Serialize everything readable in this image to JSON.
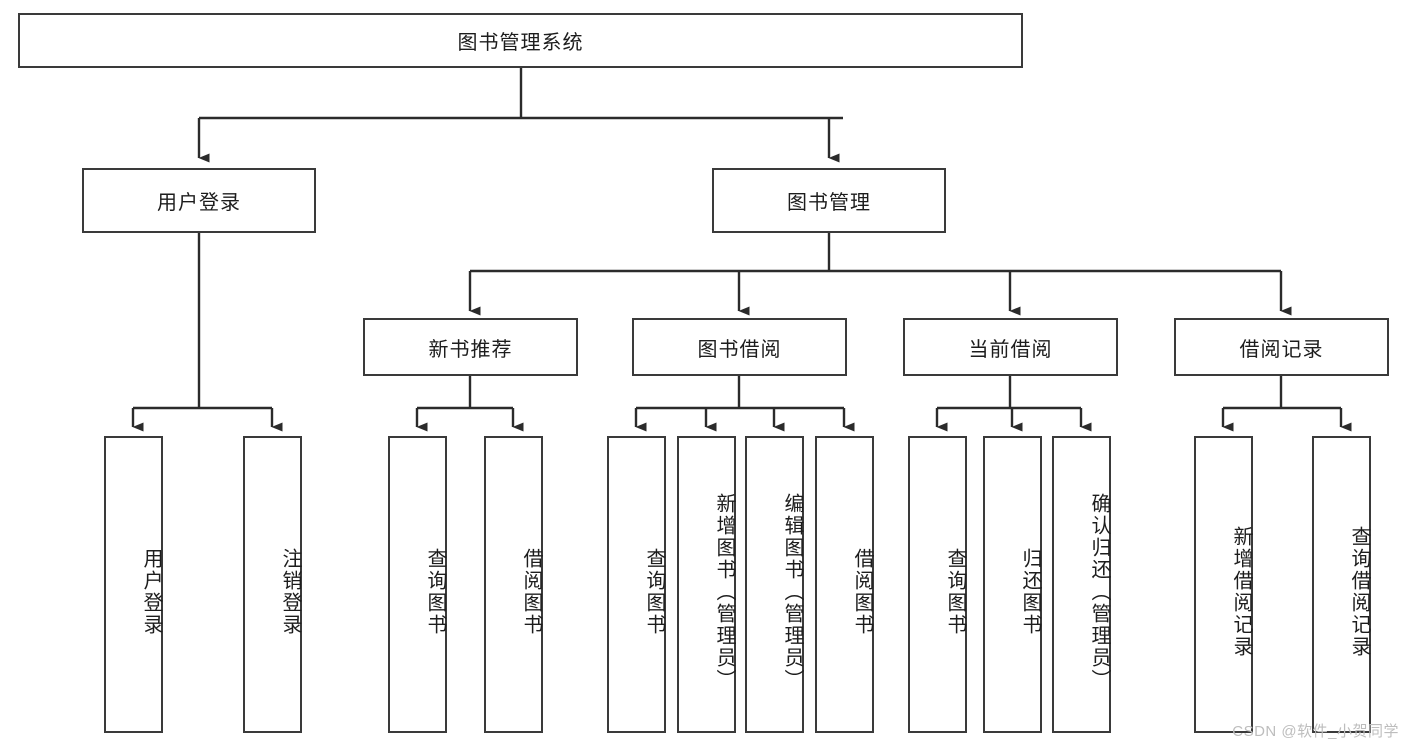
{
  "diagram": {
    "type": "tree",
    "title": "图书管理系统",
    "watermark": "CSDN @软件_小贺同学",
    "colors": {
      "box_border": "#3a3a3a",
      "box_fill": "#ffffff",
      "connector": "#2b2b2b",
      "text": "#1d1d1d",
      "watermark": "#bdbdbd"
    },
    "nodes": {
      "root": {
        "label": "图书管理系统"
      },
      "level1": [
        {
          "id": "user-login",
          "label": "用户登录"
        },
        {
          "id": "book-manage",
          "label": "图书管理"
        }
      ],
      "level2": [
        {
          "id": "new-book-recommend",
          "label": "新书推荐",
          "parent": "book-manage"
        },
        {
          "id": "book-borrow",
          "label": "图书借阅",
          "parent": "book-manage"
        },
        {
          "id": "current-borrow",
          "label": "当前借阅",
          "parent": "book-manage"
        },
        {
          "id": "borrow-record",
          "label": "借阅记录",
          "parent": "book-manage"
        }
      ],
      "leaves": {
        "user-login": [
          {
            "id": "leaf-user-login",
            "label": "用户登录"
          },
          {
            "id": "leaf-logout-login",
            "label": "注销登录"
          }
        ],
        "new-book-recommend": [
          {
            "id": "leaf-query-book-1",
            "label": "查询图书"
          },
          {
            "id": "leaf-borrow-book-1",
            "label": "借阅图书"
          }
        ],
        "book-borrow": [
          {
            "id": "leaf-query-book-2",
            "label": "查询图书"
          },
          {
            "id": "leaf-add-book",
            "label": "新增图书（管理员）"
          },
          {
            "id": "leaf-edit-book",
            "label": "编辑图书（管理员）"
          },
          {
            "id": "leaf-borrow-book-2",
            "label": "借阅图书"
          }
        ],
        "current-borrow": [
          {
            "id": "leaf-query-book-3",
            "label": "查询图书"
          },
          {
            "id": "leaf-return-book",
            "label": "归还图书"
          },
          {
            "id": "leaf-confirm-return",
            "label": "确认归还（管理员）"
          }
        ],
        "borrow-record": [
          {
            "id": "leaf-add-record",
            "label": "新增借阅记录"
          },
          {
            "id": "leaf-query-record",
            "label": "查询借阅记录"
          }
        ]
      }
    }
  }
}
